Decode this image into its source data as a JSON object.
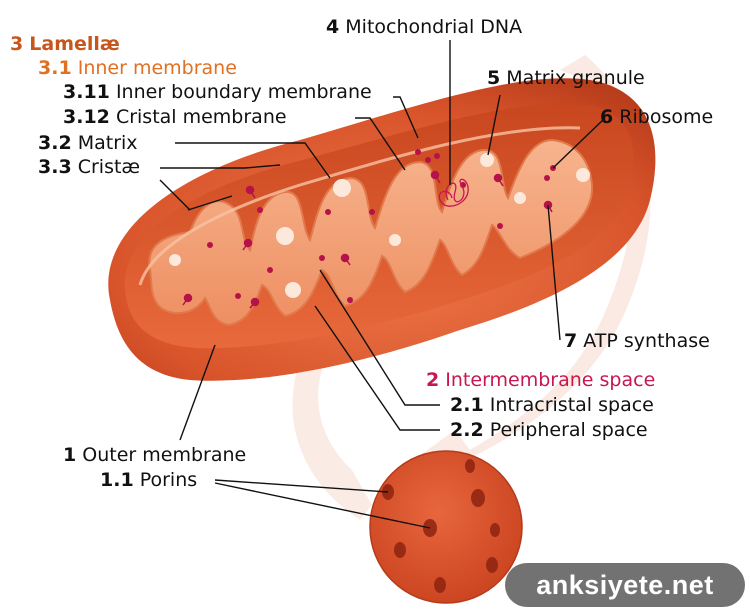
{
  "labels": {
    "lamellae": {
      "num": "3",
      "text": "Lamellæ"
    },
    "inner_membrane": {
      "num": "3.1",
      "text": "Inner membrane"
    },
    "inner_boundary_membrane": {
      "num": "3.11",
      "text": "Inner boundary membrane"
    },
    "cristal_membrane": {
      "num": "3.12",
      "text": "Cristal membrane"
    },
    "matrix": {
      "num": "3.2",
      "text": "Matrix"
    },
    "cristae": {
      "num": "3.3",
      "text": "Cristæ"
    },
    "mitochondrial_dna": {
      "num": "4",
      "text": "Mitochondrial DNA"
    },
    "matrix_granule": {
      "num": "5",
      "text": "Matrix granule"
    },
    "ribosome": {
      "num": "6",
      "text": "Ribosome"
    },
    "atp_synthase": {
      "num": "7",
      "text": "ATP synthase"
    },
    "intermembrane_space": {
      "num": "2",
      "text": "Intermembrane space"
    },
    "intracristal_space": {
      "num": "2.1",
      "text": "Intracristal space"
    },
    "peripheral_space": {
      "num": "2.2",
      "text": "Peripheral space"
    },
    "outer_membrane": {
      "num": "1",
      "text": "Outer membrane"
    },
    "porins": {
      "num": "1.1",
      "text": "Porins"
    }
  },
  "watermark": "anksiyete.net",
  "colors": {
    "outer_membrane": "#d9542b",
    "inner_body": "#f4a27a",
    "intermembrane_label": "#c8174f",
    "lamellae_label": "#c7561d",
    "inner_membrane_label": "#e07024",
    "ribosome": "#b5124a",
    "granule": "#fde9dc"
  }
}
